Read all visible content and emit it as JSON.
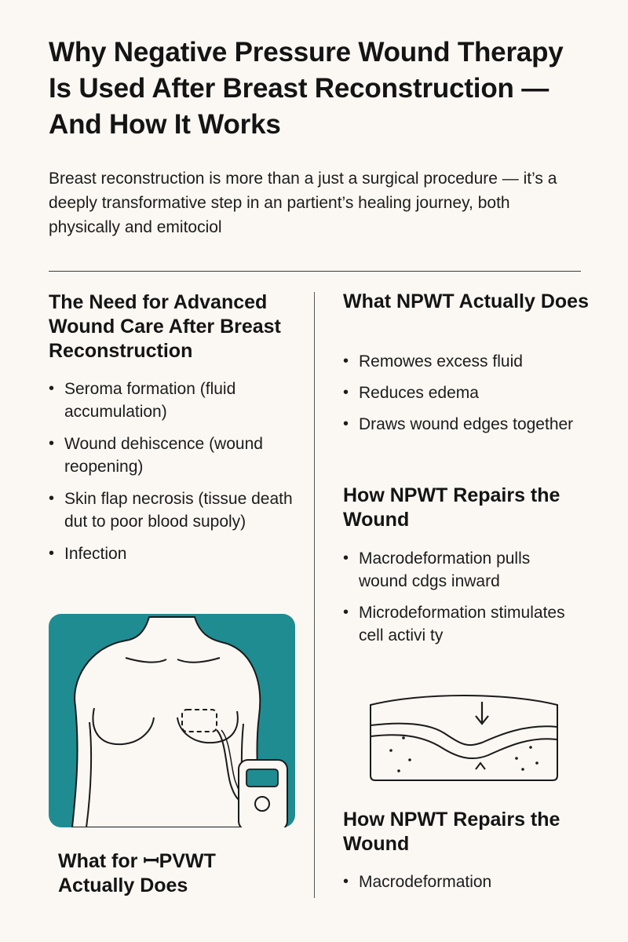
{
  "title": "Why Negative Pressure Wound Therapy Is Used After Breast Reconstruction — And How It Works",
  "intro": "Breast reconstruction is more than a just a surgical procedure — it’s a deeply transformative step in an partient’s healing journey, both physically and emitociol",
  "left": {
    "heading": "The Need for Advanced Wound Care After Breast Reconstruction",
    "bullets": [
      "Seroma formation (fluid accumulation)",
      "Wound dehiscence (wound reopening)",
      "Skin flap necrosis (tissue death dut to poor blood supoly)",
      "Infection"
    ],
    "caption": "What for ꟷPVWT Actually Does"
  },
  "right": {
    "section1": {
      "heading": "What NPWT Actually Does",
      "bullets": [
        "Remowes excess fluid",
        "Reduces edema",
        "Draws wound edges together"
      ]
    },
    "section2": {
      "heading": "How NPWT Repairs the Wound",
      "bullets": [
        "Macrodeformation pulls wound cdgs inward",
        "Microdeformation stimulates cell activi ty"
      ]
    },
    "section3": {
      "heading": "How NPWT Repairs the Wound",
      "bullets": [
        "Macrodeformation"
      ]
    }
  },
  "colors": {
    "background": "#fbf8f3",
    "accent_teal": "#1f8c92",
    "text": "#141414"
  },
  "icons": [
    "torso-illustration",
    "npwt-device-icon",
    "tissue-diagram",
    "down-arrow-icon",
    "up-caret-icon"
  ]
}
